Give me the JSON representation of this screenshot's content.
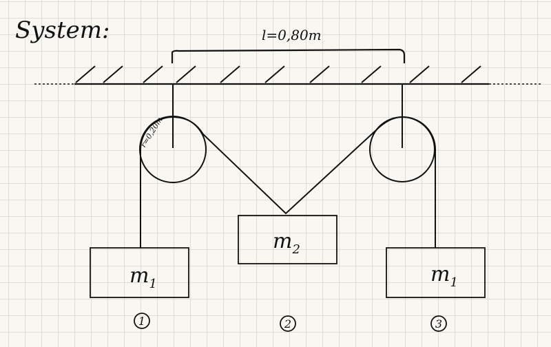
{
  "title": "System:",
  "length_label": "l=0,80m",
  "radius_label": "r=0,20m",
  "masses": [
    {
      "label": "m",
      "sub": "1",
      "number": "1"
    },
    {
      "label": "m",
      "sub": "2",
      "number": "2"
    },
    {
      "label": "m",
      "sub": "1",
      "number": "3"
    }
  ],
  "ink_color": "#111111"
}
